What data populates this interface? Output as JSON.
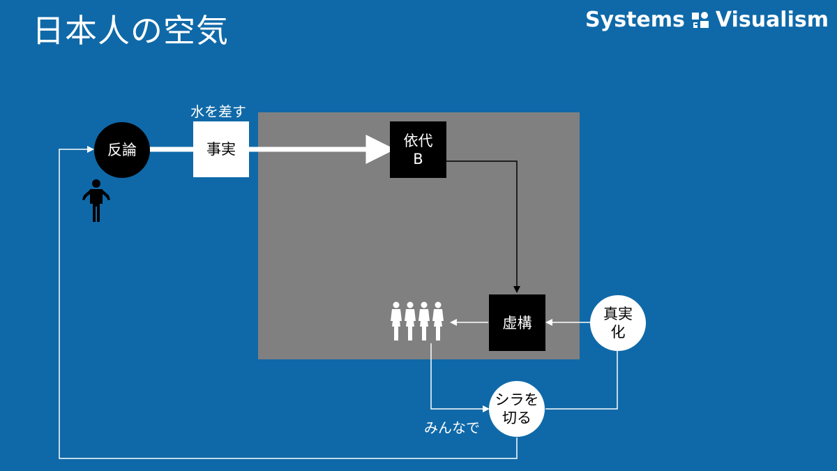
{
  "slide": {
    "title": "日本人の空気"
  },
  "logo": {
    "left_text": "Systems",
    "right_text": "Visualism"
  },
  "nodes": {
    "hanron": "反論",
    "jijitsu": "事実",
    "idai_line1": "依代",
    "idai_line2": "B",
    "kyokou": "虚構",
    "shinjitsuka_line1": "真実",
    "shinjitsuka_line2": "化",
    "shirawokiru_line1": "シラを",
    "shirawokiru_line2": "切る"
  },
  "labels": {
    "mizu_wo_sasu": "水を差す",
    "minna_de": "みんなで"
  },
  "colors": {
    "background": "#0f69a8",
    "process_box": "#808080",
    "node_dark": "#000000",
    "node_light": "#ffffff"
  },
  "icons": {
    "person": "person-shrugging-icon",
    "group": "group-of-people-icon",
    "logo": "systems-visualism-logo-icon"
  }
}
